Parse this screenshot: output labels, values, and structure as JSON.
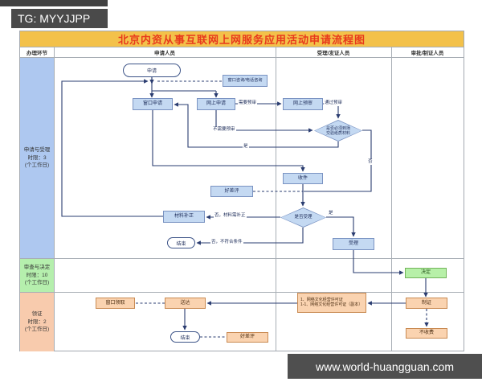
{
  "badge": {
    "label": "TG: MYYJJPP"
  },
  "watermark": {
    "label": "www.world-huangguan.com"
  },
  "flowchart": {
    "title": "北京内资从事互联网上网服务应用活动申请流程图",
    "columns": {
      "c0": "办理环节",
      "c1": "申请人员",
      "c2": "受理/发证人员",
      "c3": "审批/制证人员"
    },
    "phases": {
      "p1": {
        "l1": "申请与受理",
        "l2": "时限：3",
        "l3": "(个工作日)"
      },
      "p2": {
        "l1": "审查与决定",
        "l2": "时限：10",
        "l3": "(个工作日)"
      },
      "p3": {
        "l1": "领证",
        "l2": "时限：2",
        "l3": "(个工作日)"
      }
    },
    "nodes": {
      "start": "申请",
      "consult": "窗口咨询/电话咨询",
      "window_apply": "窗口申请",
      "online_apply": "网上申请",
      "online_precheck": "网上预审",
      "d1_l1": "是否必须到场",
      "d1_l2": "交验纸质材料",
      "receive": "收件",
      "review_upper": "好差评",
      "d2": "是否受理",
      "supplement": "材料补正",
      "end_upper": "结束",
      "accept": "受理",
      "decide": "决定",
      "make_cert": "制证",
      "license_l1": "1、网络文化经营许可证",
      "license_l2": "1-1、网络文化经营许可证（副本）",
      "deliver": "送达",
      "window_pickup": "窗口领取",
      "end_lower": "结束",
      "review_lower": "好差评",
      "no_fee": "不收费"
    },
    "edge_labels": {
      "need_precheck": "需要预审",
      "pass_precheck": "通过预审",
      "no_precheck": "不需要预审",
      "yes1": "是",
      "no1": "否",
      "no_supplement": "否，材料需补正",
      "yes2": "是",
      "no_reject": "否，不符合条件"
    },
    "colors": {
      "title_bar": "#f3c14a",
      "title_text": "#e8391c",
      "phase_blue": "#aec8f0",
      "phase_green": "#b5efad",
      "phase_orange": "#f8cbad",
      "node_blue": "#c4d9f2",
      "node_orange": "#fad3b0",
      "node_green": "#b7f0a8",
      "connector": "#2a3c70",
      "badge_bg": "#4a4a4a",
      "watermark_bg": "#4f4f4f"
    }
  }
}
